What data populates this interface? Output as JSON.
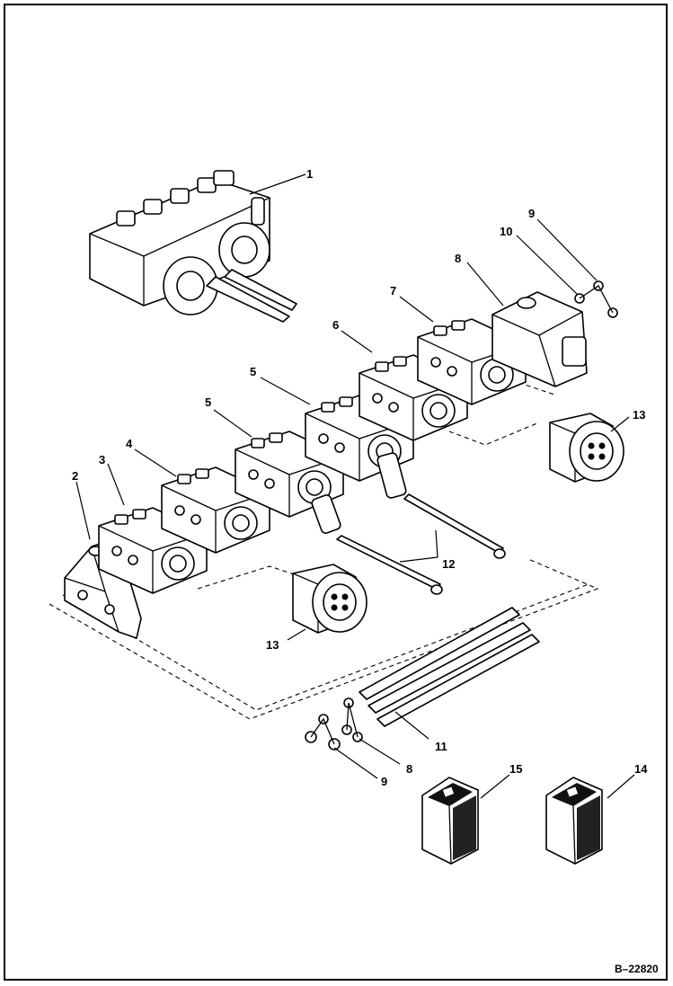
{
  "drawing": {
    "reference": "B–22820"
  },
  "callouts": [
    {
      "id": "1",
      "label": "1"
    },
    {
      "id": "2",
      "label": "2"
    },
    {
      "id": "3",
      "label": "3"
    },
    {
      "id": "4",
      "label": "4"
    },
    {
      "id": "5a",
      "label": "5"
    },
    {
      "id": "5b",
      "label": "5"
    },
    {
      "id": "6",
      "label": "6"
    },
    {
      "id": "7",
      "label": "7"
    },
    {
      "id": "8a",
      "label": "8"
    },
    {
      "id": "8b",
      "label": "8"
    },
    {
      "id": "9a",
      "label": "9"
    },
    {
      "id": "9b",
      "label": "9"
    },
    {
      "id": "10",
      "label": "10"
    },
    {
      "id": "11",
      "label": "11"
    },
    {
      "id": "12",
      "label": "12"
    },
    {
      "id": "13a",
      "label": "13"
    },
    {
      "id": "13b",
      "label": "13"
    },
    {
      "id": "14",
      "label": "14"
    },
    {
      "id": "15",
      "label": "15"
    }
  ]
}
